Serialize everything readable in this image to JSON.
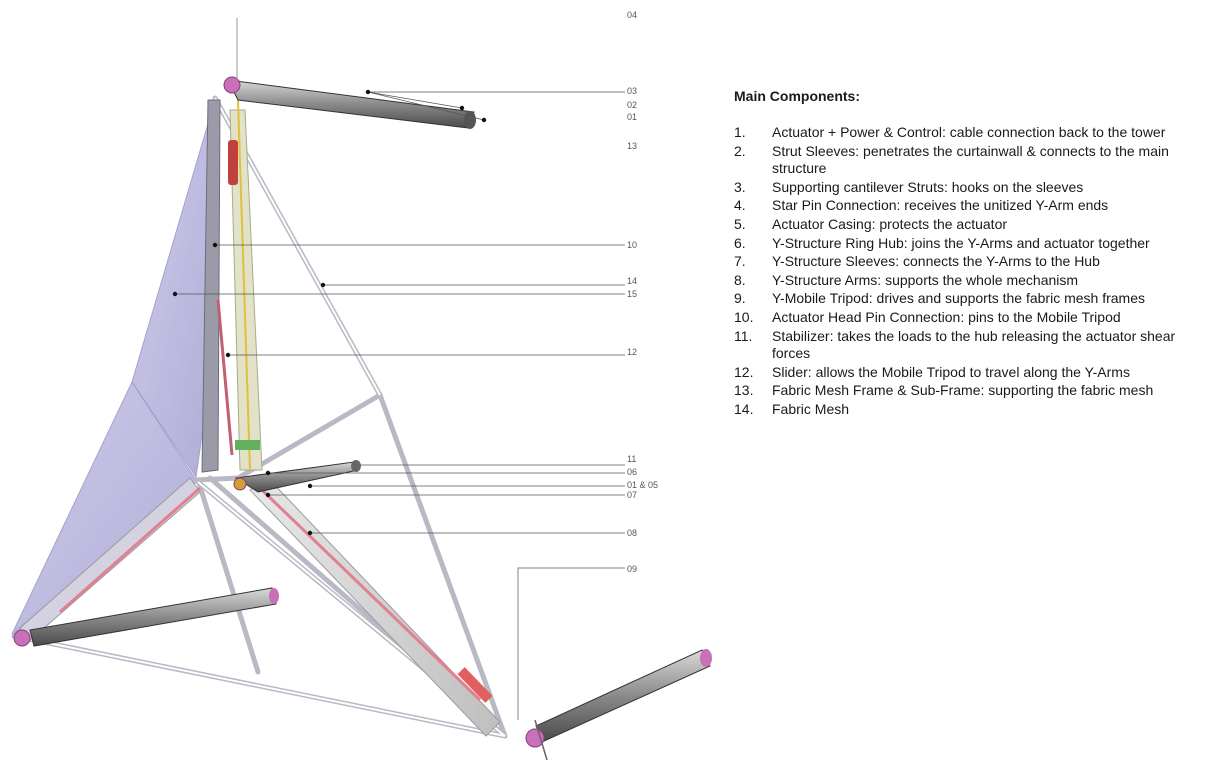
{
  "callouts": [
    "04",
    "03",
    "02",
    "01",
    "13",
    "10",
    "14",
    "15",
    "12",
    "11",
    "06",
    "01 & 05",
    "07",
    "08",
    "09"
  ],
  "components": {
    "title": "Main Components:",
    "items": [
      {
        "num": "1.",
        "text": "Actuator + Power & Control: cable connection back to the tower"
      },
      {
        "num": "2.",
        "text": "Strut Sleeves: penetrates the curtainwall & connects to the main structure"
      },
      {
        "num": "3.",
        "text": "Supporting cantilever Struts: hooks on the sleeves"
      },
      {
        "num": "4.",
        "text": "Star Pin Connection: receives the unitized Y-Arm ends"
      },
      {
        "num": "5.",
        "text": "Actuator Casing: protects the actuator"
      },
      {
        "num": "6.",
        "text": "Y-Structure Ring Hub: joins the Y-Arms and actuator together"
      },
      {
        "num": "7.",
        "text": "Y-Structure Sleeves: connects the Y-Arms to the Hub"
      },
      {
        "num": "8.",
        "text": "Y-Structure Arms: supports the whole mechanism"
      },
      {
        "num": "9.",
        "text": "Y-Mobile Tripod: drives and supports the fabric mesh frames"
      },
      {
        "num": "10.",
        "text": "Actuator Head Pin Connection: pins to the Mobile Tripod"
      },
      {
        "num": "11.",
        "text": "Stabilizer: takes the loads to the hub releasing the actuator shear forces"
      },
      {
        "num": "12.",
        "text": "Slider: allows the Mobile Tripod to travel along the Y-Arms"
      },
      {
        "num": "13.",
        "text": "Fabric Mesh Frame & Sub-Frame: supporting the fabric mesh"
      },
      {
        "num": "14.",
        "text": "Fabric Mesh"
      }
    ]
  }
}
